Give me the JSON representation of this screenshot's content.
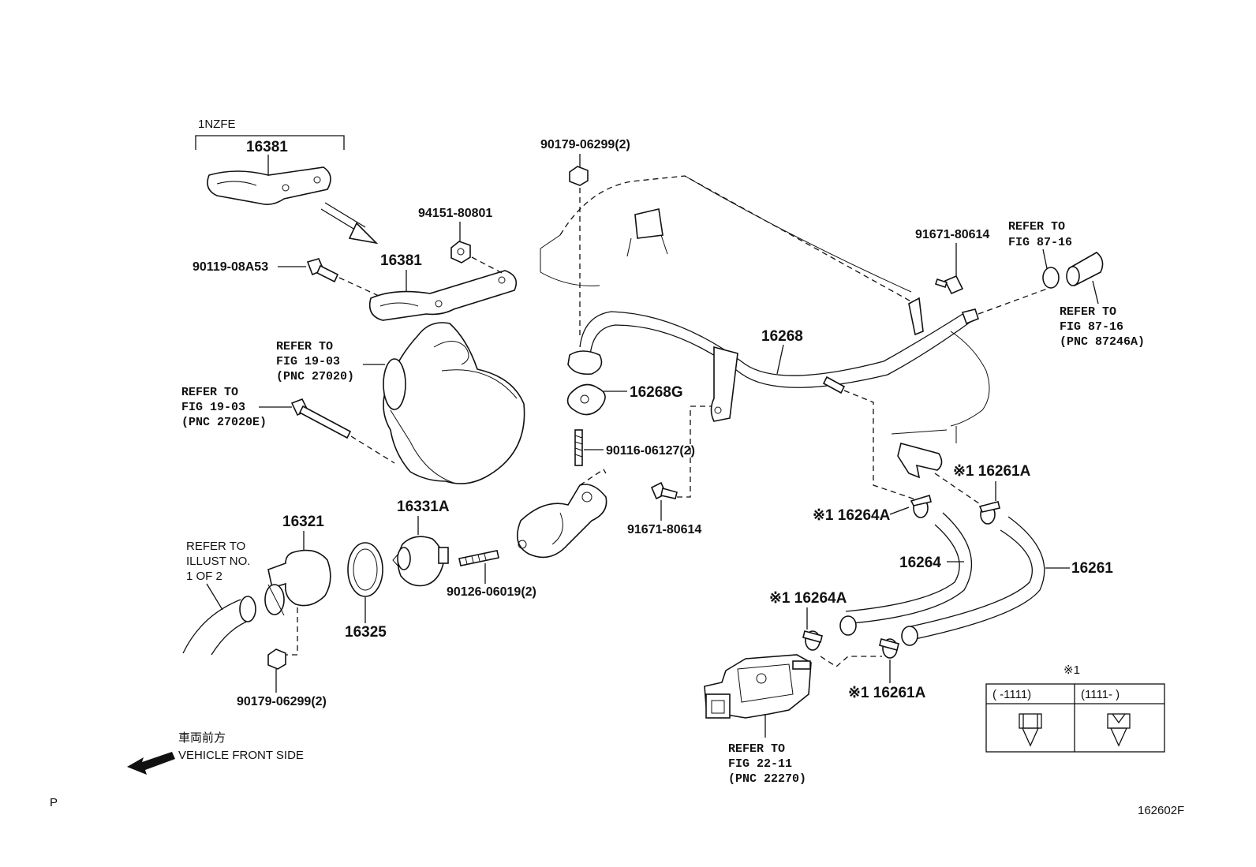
{
  "labels": {
    "engine_variant": "1NZFE",
    "p16381_top": "16381",
    "p16381": "16381",
    "p94151": "94151-80801",
    "p90119": "90119-08A53",
    "p90179_top": "90179-06299(2)",
    "p16268": "16268",
    "p16268g": "16268G",
    "p90116": "90116-06127(2)",
    "p91671_mid": "91671-80614",
    "p91671_top": "91671-80614",
    "p16321": "16321",
    "p16325": "16325",
    "p16331a": "16331A",
    "p90126": "90126-06019(2)",
    "p90179_bottom": "90179-06299(2)",
    "p16264a_upper": "※1 16264A",
    "p16264": "16264",
    "p16261a_upper": "※1 16261A",
    "p16261": "16261",
    "p16264a_lower": "※1 16264A",
    "p16261a_lower": "※1 16261A"
  },
  "references": {
    "alt_ref_1": "REFER TO",
    "alt_ref_2": "FIG 19-03",
    "alt_ref_3": "(PNC 27020)",
    "bolt_ref_1": "REFER TO",
    "bolt_ref_2": "FIG 19-03",
    "bolt_ref_3": "(PNC 27020E)",
    "hose_ref_1": "REFER TO",
    "hose_ref_2": "ILLUST NO.",
    "hose_ref_3": "1 OF 2",
    "pipe87_ref_1": "REFER TO",
    "pipe87_ref_2": "FIG 87-16",
    "hose87_ref_1": "REFER TO",
    "hose87_ref_2": "FIG 87-16",
    "hose87_ref_3": "(PNC 87246A)",
    "valve_ref_1": "REFER TO",
    "valve_ref_2": "FIG 22-11",
    "valve_ref_3": "(PNC 22270)"
  },
  "direction": {
    "japanese": "車両前方",
    "english": "VEHICLE FRONT SIDE"
  },
  "legend": {
    "mark": "※1",
    "col1": "(    -1111)",
    "col2": "(1111-    )"
  },
  "footer": {
    "page_mark": "P",
    "figure_code": "162602F"
  }
}
